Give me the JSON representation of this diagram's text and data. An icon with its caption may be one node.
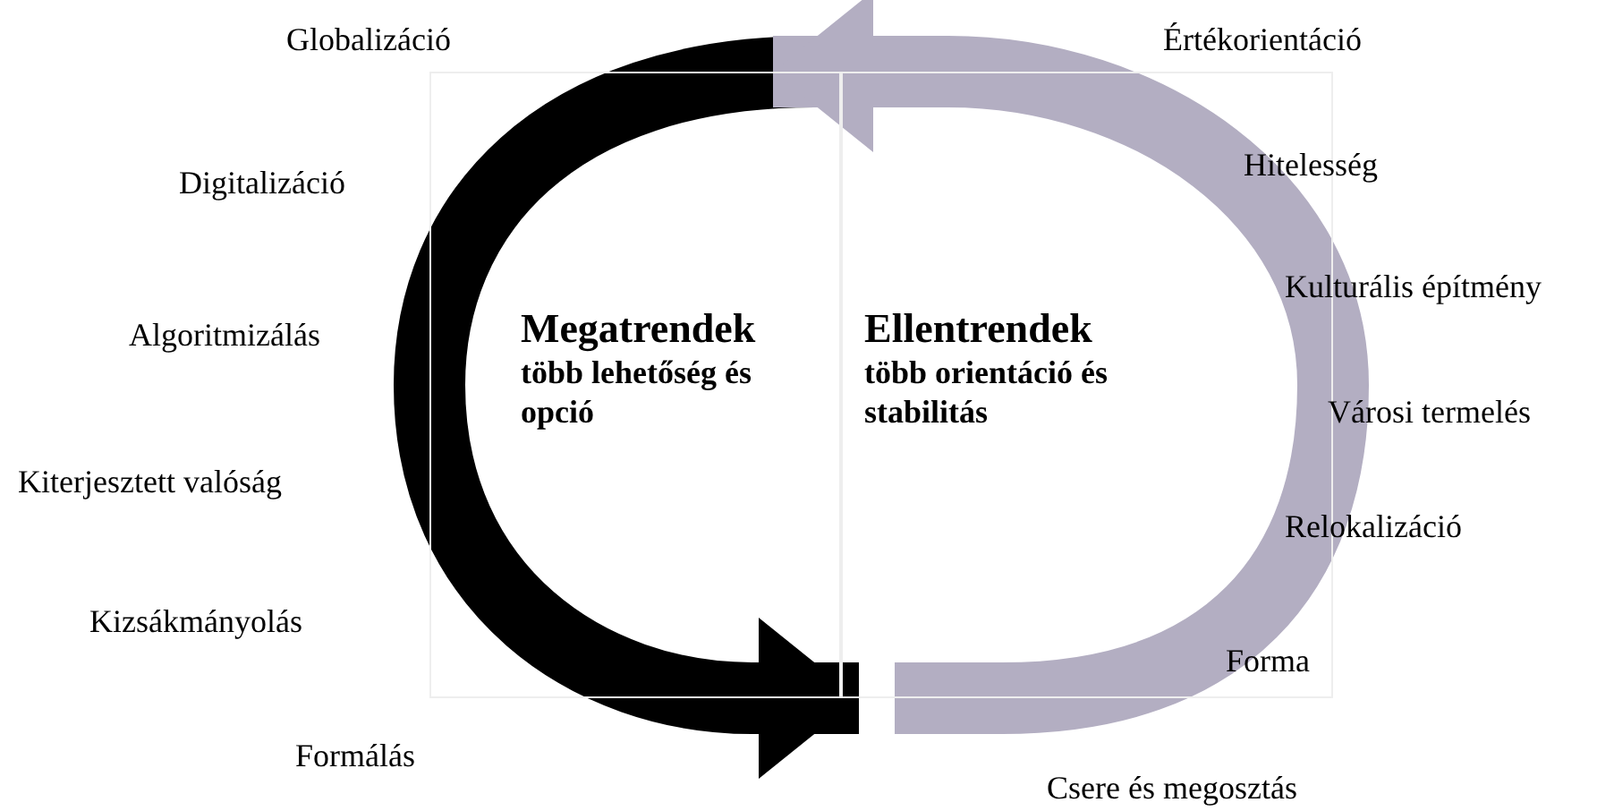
{
  "diagram": {
    "nodes": [
      {
        "text": [
          "Megatrendek",
          "több lehetőség és opció"
        ]
      },
      {
        "text": [
          "Ellentrendek",
          "több orientáció és stabilitás"
        ]
      }
    ],
    "edges": [
      {
        "from": 0,
        "to": 1,
        "arrow": "to",
        "color": "#000000"
      },
      {
        "from": 1,
        "to": 0,
        "arrow": "to",
        "color": "#b3aec2"
      }
    ],
    "labels": [
      "Globalizáció",
      "Értékorientáció",
      "Hitelesség",
      "Digitalizáció",
      "Kulturális építmény",
      "Algoritmizálás",
      "Városi termelés",
      "Kiterjesztett valóság",
      "Relokalizáció",
      "Kizsákmányolás",
      "Forma",
      "Formálás",
      "Csere és megosztás"
    ]
  }
}
